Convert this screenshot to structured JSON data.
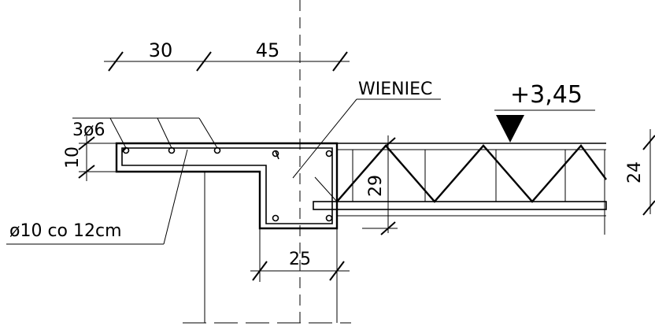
{
  "labels": {
    "dim_30": "30",
    "dim_45": "45",
    "dim_25": "25",
    "dim_10": "10",
    "dim_29": "29",
    "dim_24": "24",
    "rebar_top": "3ø6",
    "stirrups": "ø10 co 12cm",
    "ring_beam": "WIENIEC",
    "elevation": "+3,45"
  }
}
